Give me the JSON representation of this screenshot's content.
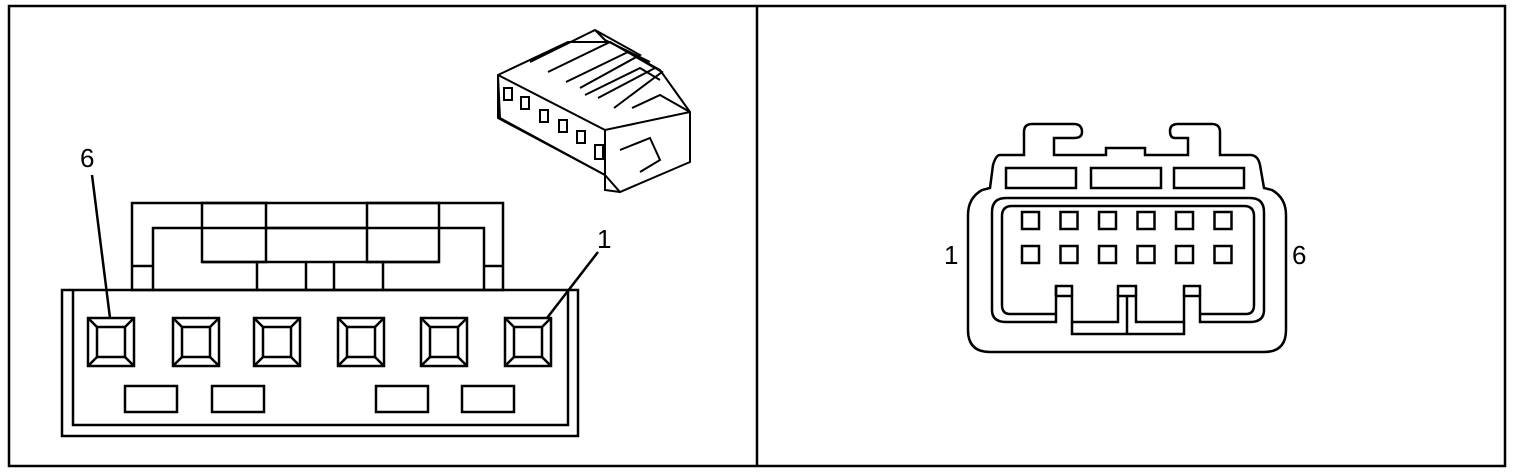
{
  "left_connector": {
    "pin_label_left": "6",
    "pin_label_right": "1",
    "cavity_count": 6
  },
  "right_connector": {
    "pin_label_left": "1",
    "pin_label_right": "6",
    "cavity_rows": 2,
    "cavities_per_row": 6
  },
  "colors": {
    "line": "#000000",
    "background": "#ffffff"
  }
}
